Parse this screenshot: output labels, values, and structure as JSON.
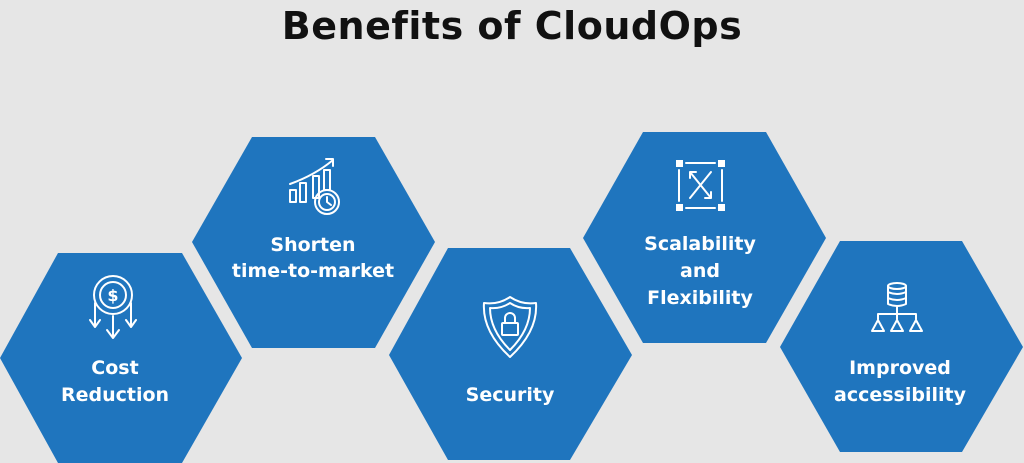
{
  "title": "Benefits of CloudOps",
  "colors": {
    "hexagon": "#1f75be",
    "background": "#e6e6e6",
    "text": "#ffffff"
  },
  "benefits": [
    {
      "icon": "cost-reduction-icon",
      "lines": [
        "Cost",
        "Reduction"
      ]
    },
    {
      "icon": "growth-chart-clock-icon",
      "lines": [
        "Shorten",
        "time-to-market"
      ]
    },
    {
      "icon": "shield-lock-icon",
      "lines": [
        "Security"
      ]
    },
    {
      "icon": "scale-expand-icon",
      "lines": [
        "Scalability",
        "and",
        "Flexibility"
      ]
    },
    {
      "icon": "database-network-icon",
      "lines": [
        "Improved",
        "accessibility"
      ]
    }
  ]
}
